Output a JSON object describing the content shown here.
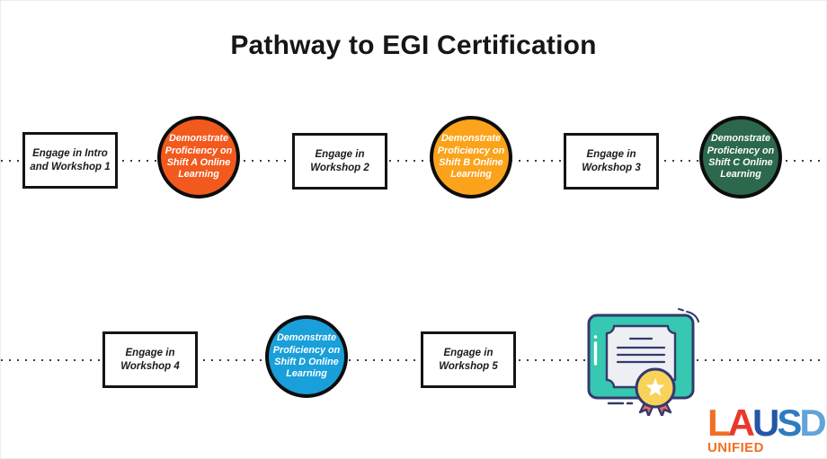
{
  "title": "Pathway to EGI Certification",
  "flow": {
    "row1": {
      "box1": {
        "label": "Engage in Intro\nand Workshop 1"
      },
      "circleA": {
        "label": "Demonstrate\nProficiency on\nShift A Online\nLearning",
        "color": "#F2591D"
      },
      "box2": {
        "label": "Engage in\nWorkshop 2"
      },
      "circleB": {
        "label": "Demonstrate\nProficiency on\nShift B Online\nLearning",
        "color": "#FAA31B"
      },
      "box3": {
        "label": "Engage in\nWorkshop 3"
      },
      "circleC": {
        "label": "Demonstrate\nProficiency on\nShift C Online\nLearning",
        "color": "#2C684C"
      }
    },
    "row2": {
      "box4": {
        "label": "Engage in\nWorkshop 4"
      },
      "circleD": {
        "label": "Demonstrate\nProficiency on\nShift D Online\nLearning",
        "color": "#199FD9"
      },
      "box5": {
        "label": "Engage in\nWorkshop 5"
      },
      "certificate": {
        "icon": "certificate-icon"
      }
    }
  },
  "certificate_colors": {
    "frame": "#36C8B0",
    "outline": "#333A6E",
    "paper": "#EEEFF2",
    "medal": "#F8D25A",
    "star": "#FFFFFF",
    "ribbon": "#F2685C"
  },
  "logo": {
    "letters": {
      "l": {
        "char": "L",
        "color": "#F26E21"
      },
      "a": {
        "char": "A",
        "color": "#E8392C"
      },
      "u": {
        "char": "U",
        "color": "#2456A8"
      },
      "s": {
        "char": "S",
        "color": "#2E7CC0"
      },
      "d": {
        "char": "D",
        "color": "#62A3DA"
      }
    },
    "subtext": "UNIFIED",
    "subtext_color": "#F26E21"
  }
}
